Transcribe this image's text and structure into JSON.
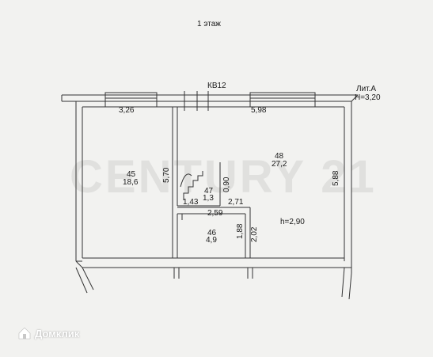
{
  "page": {
    "title": "1 этаж",
    "apartment": "КВ12",
    "building_letter": "Лит.А",
    "height_total": "H=3,20"
  },
  "dimensions": {
    "left_room_width": "3,26",
    "right_room_width": "5,98",
    "left_room_depth": "5,70",
    "right_wall_length": "5,88",
    "stair_height": "0,90",
    "stair_width": "1,43",
    "corridor_width": "2,71",
    "room46_width": "2,59",
    "room46_height_left": "1,88",
    "room46_height_right": "2,02"
  },
  "rooms": [
    {
      "number": "45",
      "area": "18,6"
    },
    {
      "number": "47",
      "area": "1,3"
    },
    {
      "number": "46",
      "area": "4,9"
    },
    {
      "number": "48",
      "area": "27,2"
    }
  ],
  "ceiling_height": "h=2,90",
  "watermark": "CENTURY 21",
  "brand": {
    "name": "Домклик"
  },
  "colors": {
    "background": "#f2f2f0",
    "walls": "#333333"
  }
}
